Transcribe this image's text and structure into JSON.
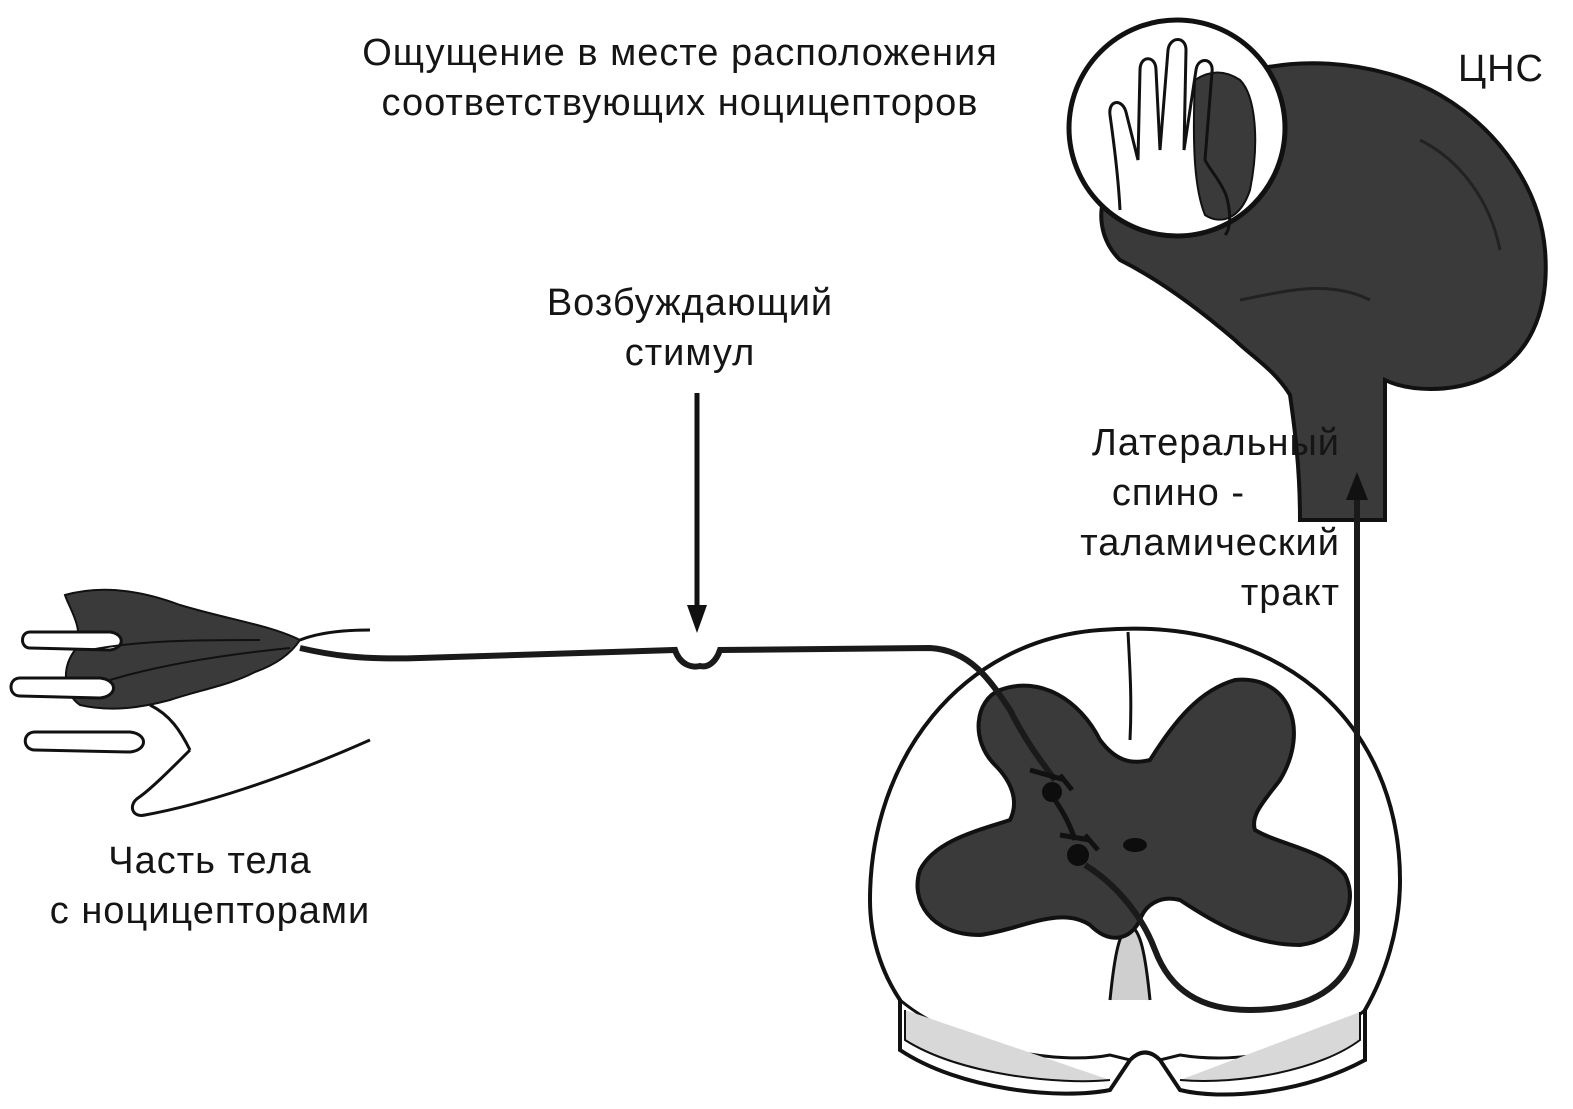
{
  "labels": {
    "sensation": {
      "line1": "Ощущение в месте расположения",
      "line2": "соответствующих  ноцицепторов"
    },
    "cns": "ЦНС",
    "stimulus": {
      "line1": "Возбуждающий",
      "line2": "стимул"
    },
    "tract": {
      "line1": "Латеральный",
      "line2": "спино -",
      "line3": "таламический",
      "line4": "тракт"
    },
    "body_part": {
      "line1": "Часть тела",
      "line2": "с ноцицепторами"
    }
  },
  "colors": {
    "tissue_fill": "#3a3a3a",
    "outline": "#111111",
    "background": "#ffffff",
    "light_gray": "#cfcfcf"
  }
}
